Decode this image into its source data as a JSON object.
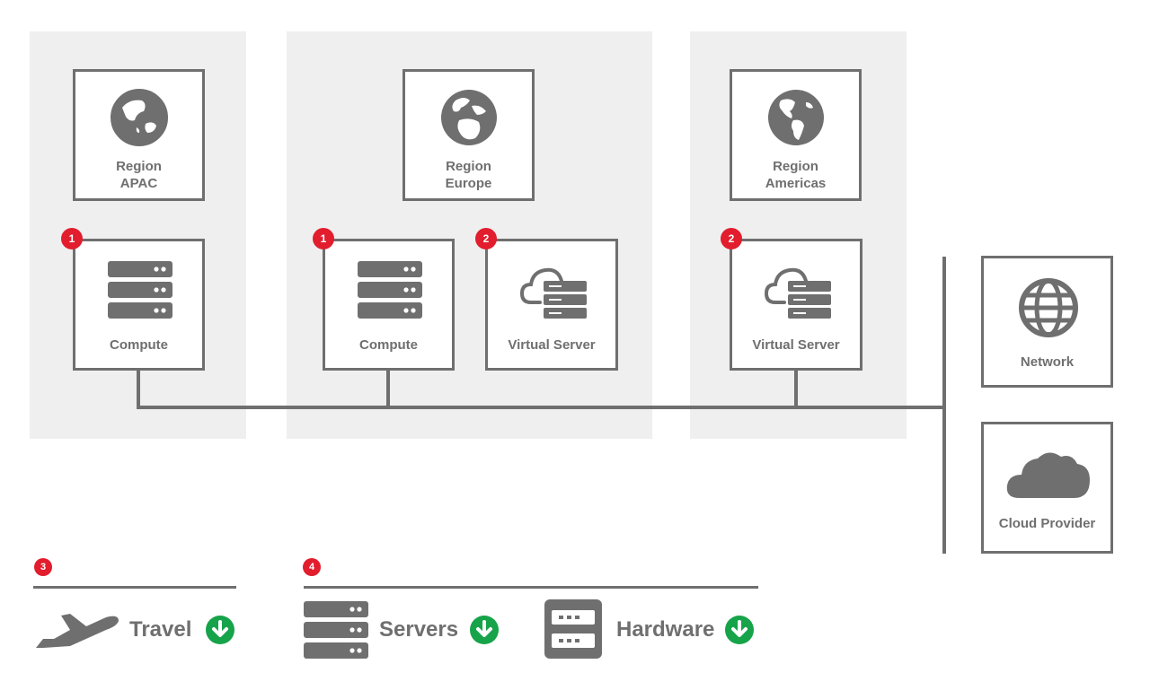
{
  "regions": [
    {
      "title": "Region",
      "name": "APAC"
    },
    {
      "title": "Region",
      "name": "Europe"
    },
    {
      "title": "Region",
      "name": "Americas"
    }
  ],
  "nodes": {
    "apac_compute": {
      "label": "Compute",
      "badge": "1"
    },
    "europe_compute": {
      "label": "Compute",
      "badge": "1"
    },
    "europe_virtual": {
      "label": "Virtual Server",
      "badge": "2"
    },
    "americas_virtual": {
      "label": "Virtual Server",
      "badge": "2"
    }
  },
  "right_side": {
    "network": {
      "label": "Network"
    },
    "cloud_provider": {
      "label": "Cloud Provider"
    }
  },
  "legend": {
    "group3": {
      "badge": "3",
      "items": [
        {
          "label": "Travel"
        }
      ]
    },
    "group4": {
      "badge": "4",
      "items": [
        {
          "label": "Servers"
        },
        {
          "label": "Hardware"
        }
      ]
    }
  },
  "colors": {
    "line": "#6f6f6f",
    "panel": "#efefef",
    "badge": "#e21d2d",
    "download": "#16a34a"
  },
  "icons": {
    "apac": "globe-asia-icon",
    "europe": "globe-europe-icon",
    "americas": "globe-americas-icon",
    "compute": "server-stack-icon",
    "virtual_server": "cloud-server-icon",
    "network": "globe-grid-icon",
    "cloud": "cloud-icon",
    "travel": "airplane-icon",
    "servers": "server-stack-icon",
    "hardware": "hardware-rack-icon",
    "download": "download-arrow-icon"
  }
}
